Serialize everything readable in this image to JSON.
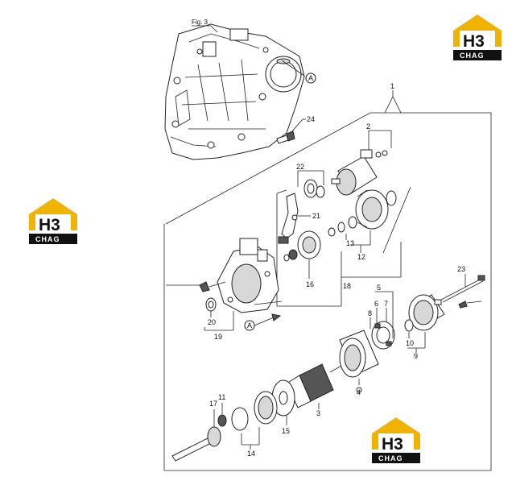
{
  "figure": {
    "label": "Fig. 3"
  },
  "reference": {
    "marker": "A"
  },
  "callouts": {
    "c1": "1",
    "c2": "2",
    "c3": "3",
    "c4": "4",
    "c5": "5",
    "c6": "6",
    "c7": "7",
    "c8": "8",
    "c9": "9",
    "c10": "10",
    "c11": "11",
    "c12": "12",
    "c13": "13",
    "c14": "14",
    "c15": "15",
    "c16": "16",
    "c17": "17",
    "c18": "18",
    "c19": "19",
    "c20": "20",
    "c21": "21",
    "c22": "22",
    "c23": "23",
    "c24": "24"
  },
  "watermark": {
    "letters": "H3",
    "tagline": "CHAG"
  },
  "colors": {
    "logo_gold": "#f0b400",
    "ink": "#222222",
    "logo_dark": "#111111"
  }
}
